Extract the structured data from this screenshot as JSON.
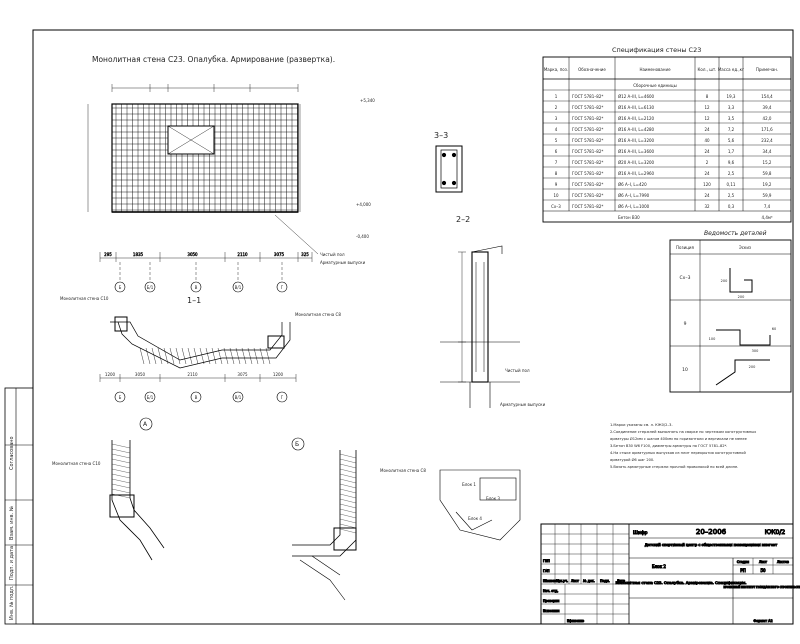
{
  "drawing": {
    "main_title": "Монолитная стена С23. Опалубка. Армирование (развертка).",
    "section_1": "1–1",
    "section_2": "2–2",
    "section_3": "3–3",
    "node_a": "А",
    "node_b": "Б",
    "label_wall_c10": "Монолитная стена С10",
    "label_wall_c8": "Монолитная стена С8",
    "label_clean_floor": "Чистый пол",
    "label_clean_floor_2": "Чистый пол",
    "label_armaturnye_vypuski": "Арматурные выпуски",
    "label_armaturnye_vypuski_2": "Арматурные выпуски",
    "elev_top": "+5,340",
    "elev_mid": "+4,000",
    "elev_low": "-0,400",
    "dims_bottom": [
      "295",
      "1835",
      "3050",
      "2110",
      "3075",
      "325"
    ],
    "axes_bottom": [
      "Б",
      "Б/1",
      "В",
      "В/1",
      "Г"
    ],
    "dims_section": [
      "1200",
      "3050",
      "2110",
      "3075",
      "1200"
    ]
  },
  "spec": {
    "title": "Спецификация стены С23",
    "headers": [
      "Марка, поз.",
      "Обозначение",
      "Наименование",
      "Кол., шт.",
      "Масса ед.,кг",
      "Примечан."
    ],
    "section": "Сборочные единицы",
    "rows": [
      [
        "1",
        "ГОСТ 5781–82*",
        "Ø12 А–III, L=4600",
        "8",
        "19,3",
        "154,4"
      ],
      [
        "2",
        "ГОСТ 5781–82*",
        "Ø16 А–III, L=6130",
        "12",
        "3,3",
        "39,4"
      ],
      [
        "3",
        "ГОСТ 5781–82*",
        "Ø16 А–III, L=2120",
        "12",
        "3,5",
        "42,0"
      ],
      [
        "4",
        "ГОСТ 5781–82*",
        "Ø16 А–III, L=4280",
        "24",
        "7,2",
        "171,6"
      ],
      [
        "5",
        "ГОСТ 5781–82*",
        "Ø16 А–III, L=3200",
        "40",
        "5,6",
        "232,4"
      ],
      [
        "6",
        "ГОСТ 5781–82*",
        "Ø16 А–III, L=3600",
        "24",
        "1,7",
        "34,4"
      ],
      [
        "7",
        "ГОСТ 5781–82*",
        "Ø20 А–III, L=3200",
        "2",
        "9,6",
        "15,2"
      ],
      [
        "8",
        "ГОСТ 5781–82*",
        "Ø16 А–III, L=2960",
        "24",
        "2,5",
        "59,8"
      ],
      [
        "9",
        "ГОСТ 5781–82*",
        "Ø6 А–I, L=420",
        "120",
        "0,11",
        "19,2"
      ],
      [
        "10",
        "ГОСТ 5781–82*",
        "Ø6 А–I, L=7990",
        "24",
        "2,5",
        "59,9"
      ],
      [
        "Сх–3",
        "ГОСТ 5781–82*",
        "Ø6 А–I, L=1000",
        "32",
        "0,3",
        "7,4"
      ]
    ],
    "concrete": "Бетон В30",
    "concrete_vol": "4,4м³"
  },
  "details": {
    "title": "Ведомость деталей",
    "headers": [
      "Позиция",
      "Эскиз"
    ],
    "rows": [
      "Сх–3",
      "9",
      "10"
    ],
    "dim_labels": [
      "200",
      "200",
      "60",
      "300",
      "100",
      "200"
    ]
  },
  "notes": [
    "1.Марки указаны см. л. КЖ0/2–3.",
    "2.Соединение стержней выполнять на сварке по чертежам конструктивных",
    "   арматуры Ø12мм с шагом 400мм по горизонтали и вертикали не менее",
    "3.Бетон В30 W6 F100, диаметры арматуры по ГОСТ 5781–82*.",
    "4.На стыке арматурных выпусков из плит перекрытия конструктивной",
    "   арматурой Ø6 шаг 200.",
    "5.Вязать арматурные стержни прочной проволокой по всей длине."
  ],
  "stamp": {
    "code": "20–2006",
    "sheet_code": "КЖ0/2",
    "shifr": "Шифр",
    "object": "Детский спортивный центр с общественными помещениями многоэтажного назначения в г. Благовещенске МО",
    "block": "Блок 2",
    "title": "Монолитная стена С23. Опалубка. Армирование. Спецификация.",
    "stage_h": "Стадия",
    "sheet_h": "Лист",
    "sheets_h": "Листов",
    "stage": "РП",
    "sheet": "50",
    "format": "Формат А2",
    "roles": [
      "Изм.",
      "Кол.уч.",
      "Лист",
      "№ док.",
      "Подп.",
      "Дата"
    ],
    "staff": [
      "ГИП",
      "ГАП",
      "Гл. констр.",
      "Нач. отд.",
      "Проверил",
      "Исполнил"
    ],
    "staff_name": "Ефименко",
    "org": "ПРОЕКТНЫЙ ИНСТИТУТ ГРАЖДАНСКОГО СТРОИТЕЛЬСТВА"
  },
  "side": {
    "items": [
      "Инв. № подл.",
      "Подп. и дата",
      "Взам. инв. №",
      "Согласовано"
    ]
  },
  "blocks": [
    "Блок 1",
    "Блок 3",
    "Блок 4"
  ]
}
